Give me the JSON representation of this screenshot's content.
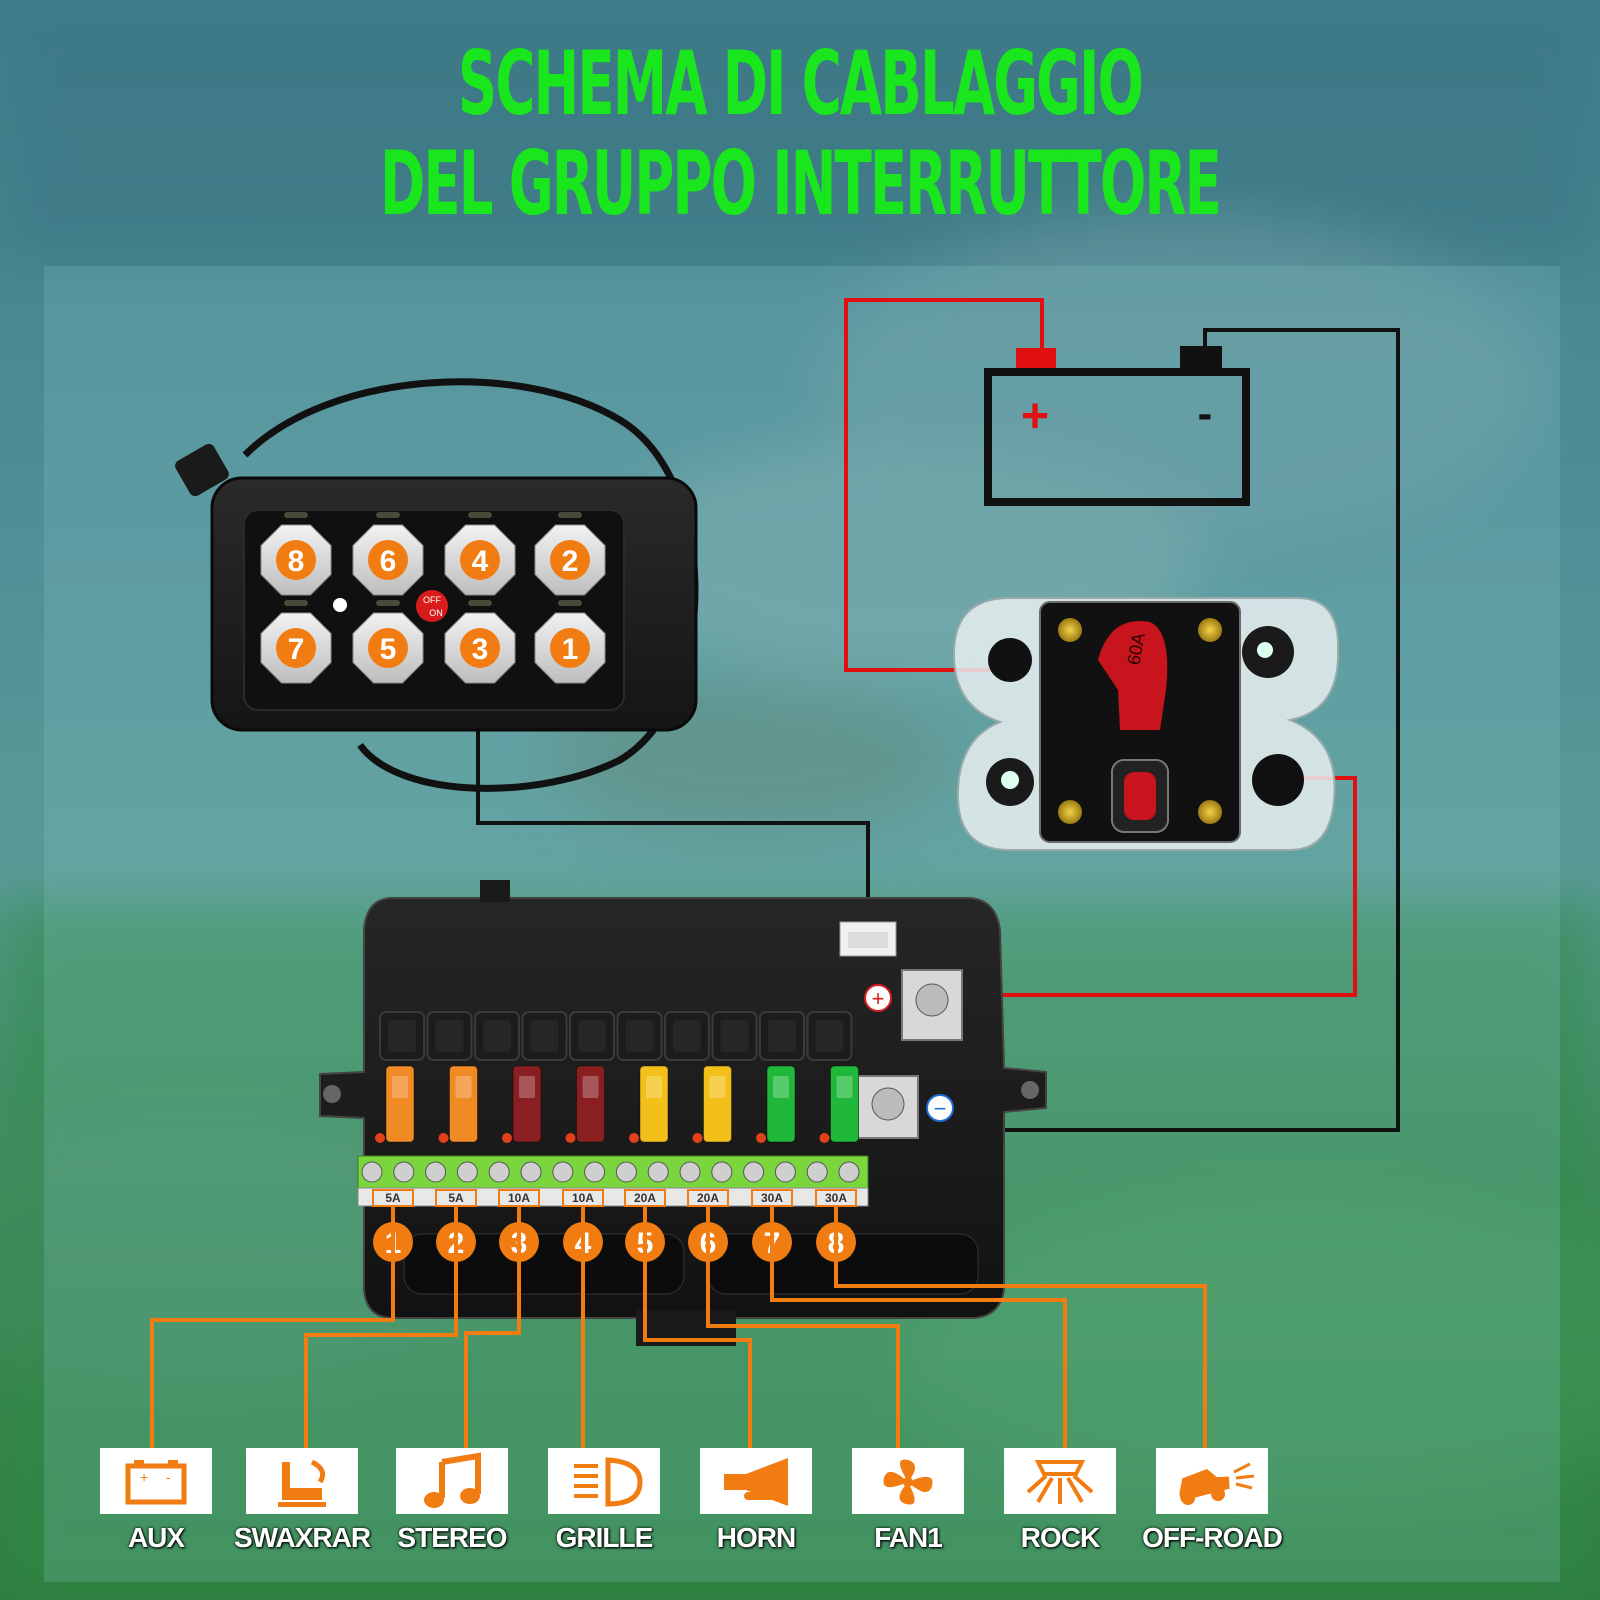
{
  "title": {
    "line1": "SCHEMA DI CABLAGGIO",
    "line2": "DEL GRUPPO INTERRUTTORE"
  },
  "colors": {
    "title": "#19e61c",
    "positive_wire": "#e01010",
    "negative_wire": "#111111",
    "output_wire": "#f07c12",
    "badge": "#f07c12"
  },
  "switch_panel": {
    "top_row": [
      "8",
      "6",
      "4",
      "2"
    ],
    "bottom_row": [
      "7",
      "5",
      "3",
      "1"
    ],
    "power_label_top": "OFF",
    "power_label_bottom": "ON"
  },
  "battery": {
    "positive": "+",
    "negative": "-"
  },
  "breaker": {
    "rating": "60A"
  },
  "fuse_box": {
    "positive_symbol": "+",
    "negative_symbol": "−",
    "fuses": [
      {
        "rating": "5A",
        "color": "#f08a24"
      },
      {
        "rating": "5A",
        "color": "#f08a24"
      },
      {
        "rating": "10A",
        "color": "#8a1f22"
      },
      {
        "rating": "10A",
        "color": "#8a1f22"
      },
      {
        "rating": "20A",
        "color": "#f2c019"
      },
      {
        "rating": "20A",
        "color": "#f2c019"
      },
      {
        "rating": "30A",
        "color": "#1fb83a"
      },
      {
        "rating": "30A",
        "color": "#1fb83a"
      }
    ],
    "channels": [
      "1",
      "2",
      "3",
      "4",
      "5",
      "6",
      "7",
      "8"
    ]
  },
  "outputs": [
    {
      "label": "AUX",
      "icon": "battery-icon"
    },
    {
      "label": "SWAXRAR",
      "icon": "seat-icon"
    },
    {
      "label": "STEREO",
      "icon": "music-note-icon"
    },
    {
      "label": "GRILLE",
      "icon": "headlight-icon"
    },
    {
      "label": "HORN",
      "icon": "horn-icon"
    },
    {
      "label": "FAN1",
      "icon": "fan-icon"
    },
    {
      "label": "ROCK",
      "icon": "rock-light-icon"
    },
    {
      "label": "OFF-ROAD",
      "icon": "offroad-vehicle-icon"
    }
  ]
}
